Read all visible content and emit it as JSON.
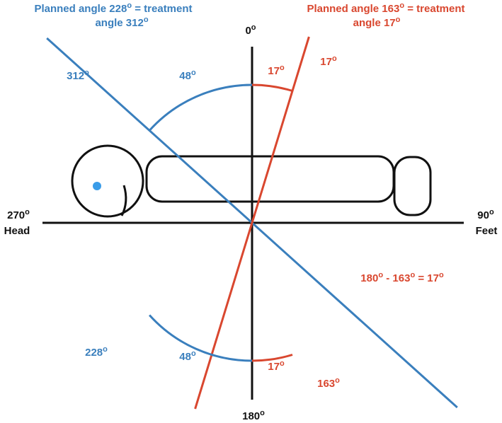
{
  "colors": {
    "blue": "#3a7fbd",
    "red": "#d9472f",
    "black": "#111111"
  },
  "top_left_note": {
    "line1": "Planned angle 228",
    "line1_sup": "o",
    "line1_rest": " = treatment",
    "line2": "angle 312",
    "line2_sup": "o"
  },
  "top_right_note": {
    "line1": "Planned angle 163",
    "line1_sup": "o",
    "line1_rest": " = treatment",
    "line2": "angle 17",
    "line2_sup": "o"
  },
  "axis_labels": {
    "top": {
      "value": "0",
      "sup": "o"
    },
    "bottom": {
      "value": "180",
      "sup": "o"
    },
    "left": {
      "value": "270",
      "sup": "o",
      "sub": "Head"
    },
    "right": {
      "value": "90",
      "sup": "o",
      "sub": "Feet"
    }
  },
  "beam_labels": {
    "blue_upper": {
      "value": "312",
      "sup": "o"
    },
    "blue_lower": {
      "value": "228",
      "sup": "o"
    },
    "red_upper": {
      "value": "17",
      "sup": "o"
    },
    "red_lower": {
      "value": "163",
      "sup": "o"
    }
  },
  "arc_labels": {
    "blue_upper": {
      "value": "48",
      "sup": "o"
    },
    "blue_lower": {
      "value": "48",
      "sup": "o"
    },
    "red_upper": {
      "value": "17",
      "sup": "o"
    },
    "red_lower": {
      "value": "17",
      "sup": "o"
    }
  },
  "equation": {
    "a": "180",
    "a_sup": "o",
    "op": " - ",
    "b": "163",
    "b_sup": "o",
    "eq": " = ",
    "c": "17",
    "c_sup": "o"
  }
}
